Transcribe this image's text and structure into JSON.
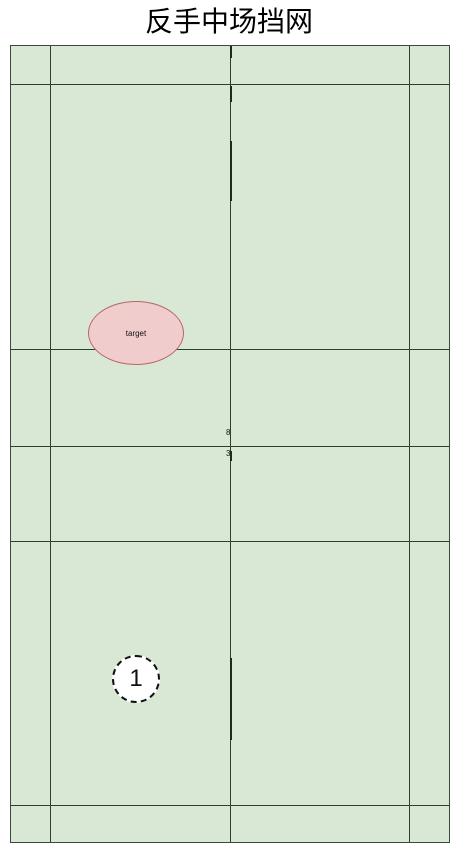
{
  "title": "反手中场挡网",
  "court": {
    "target_label": "target",
    "net_numbers": [
      "8",
      "3"
    ],
    "player_label": "1",
    "colors": {
      "court_fill": "#d9e8d5",
      "lines": "#2f3f2f",
      "target_fill": "#f0cccc",
      "target_border": "#b76767",
      "player_fill": "#ffffff"
    }
  }
}
